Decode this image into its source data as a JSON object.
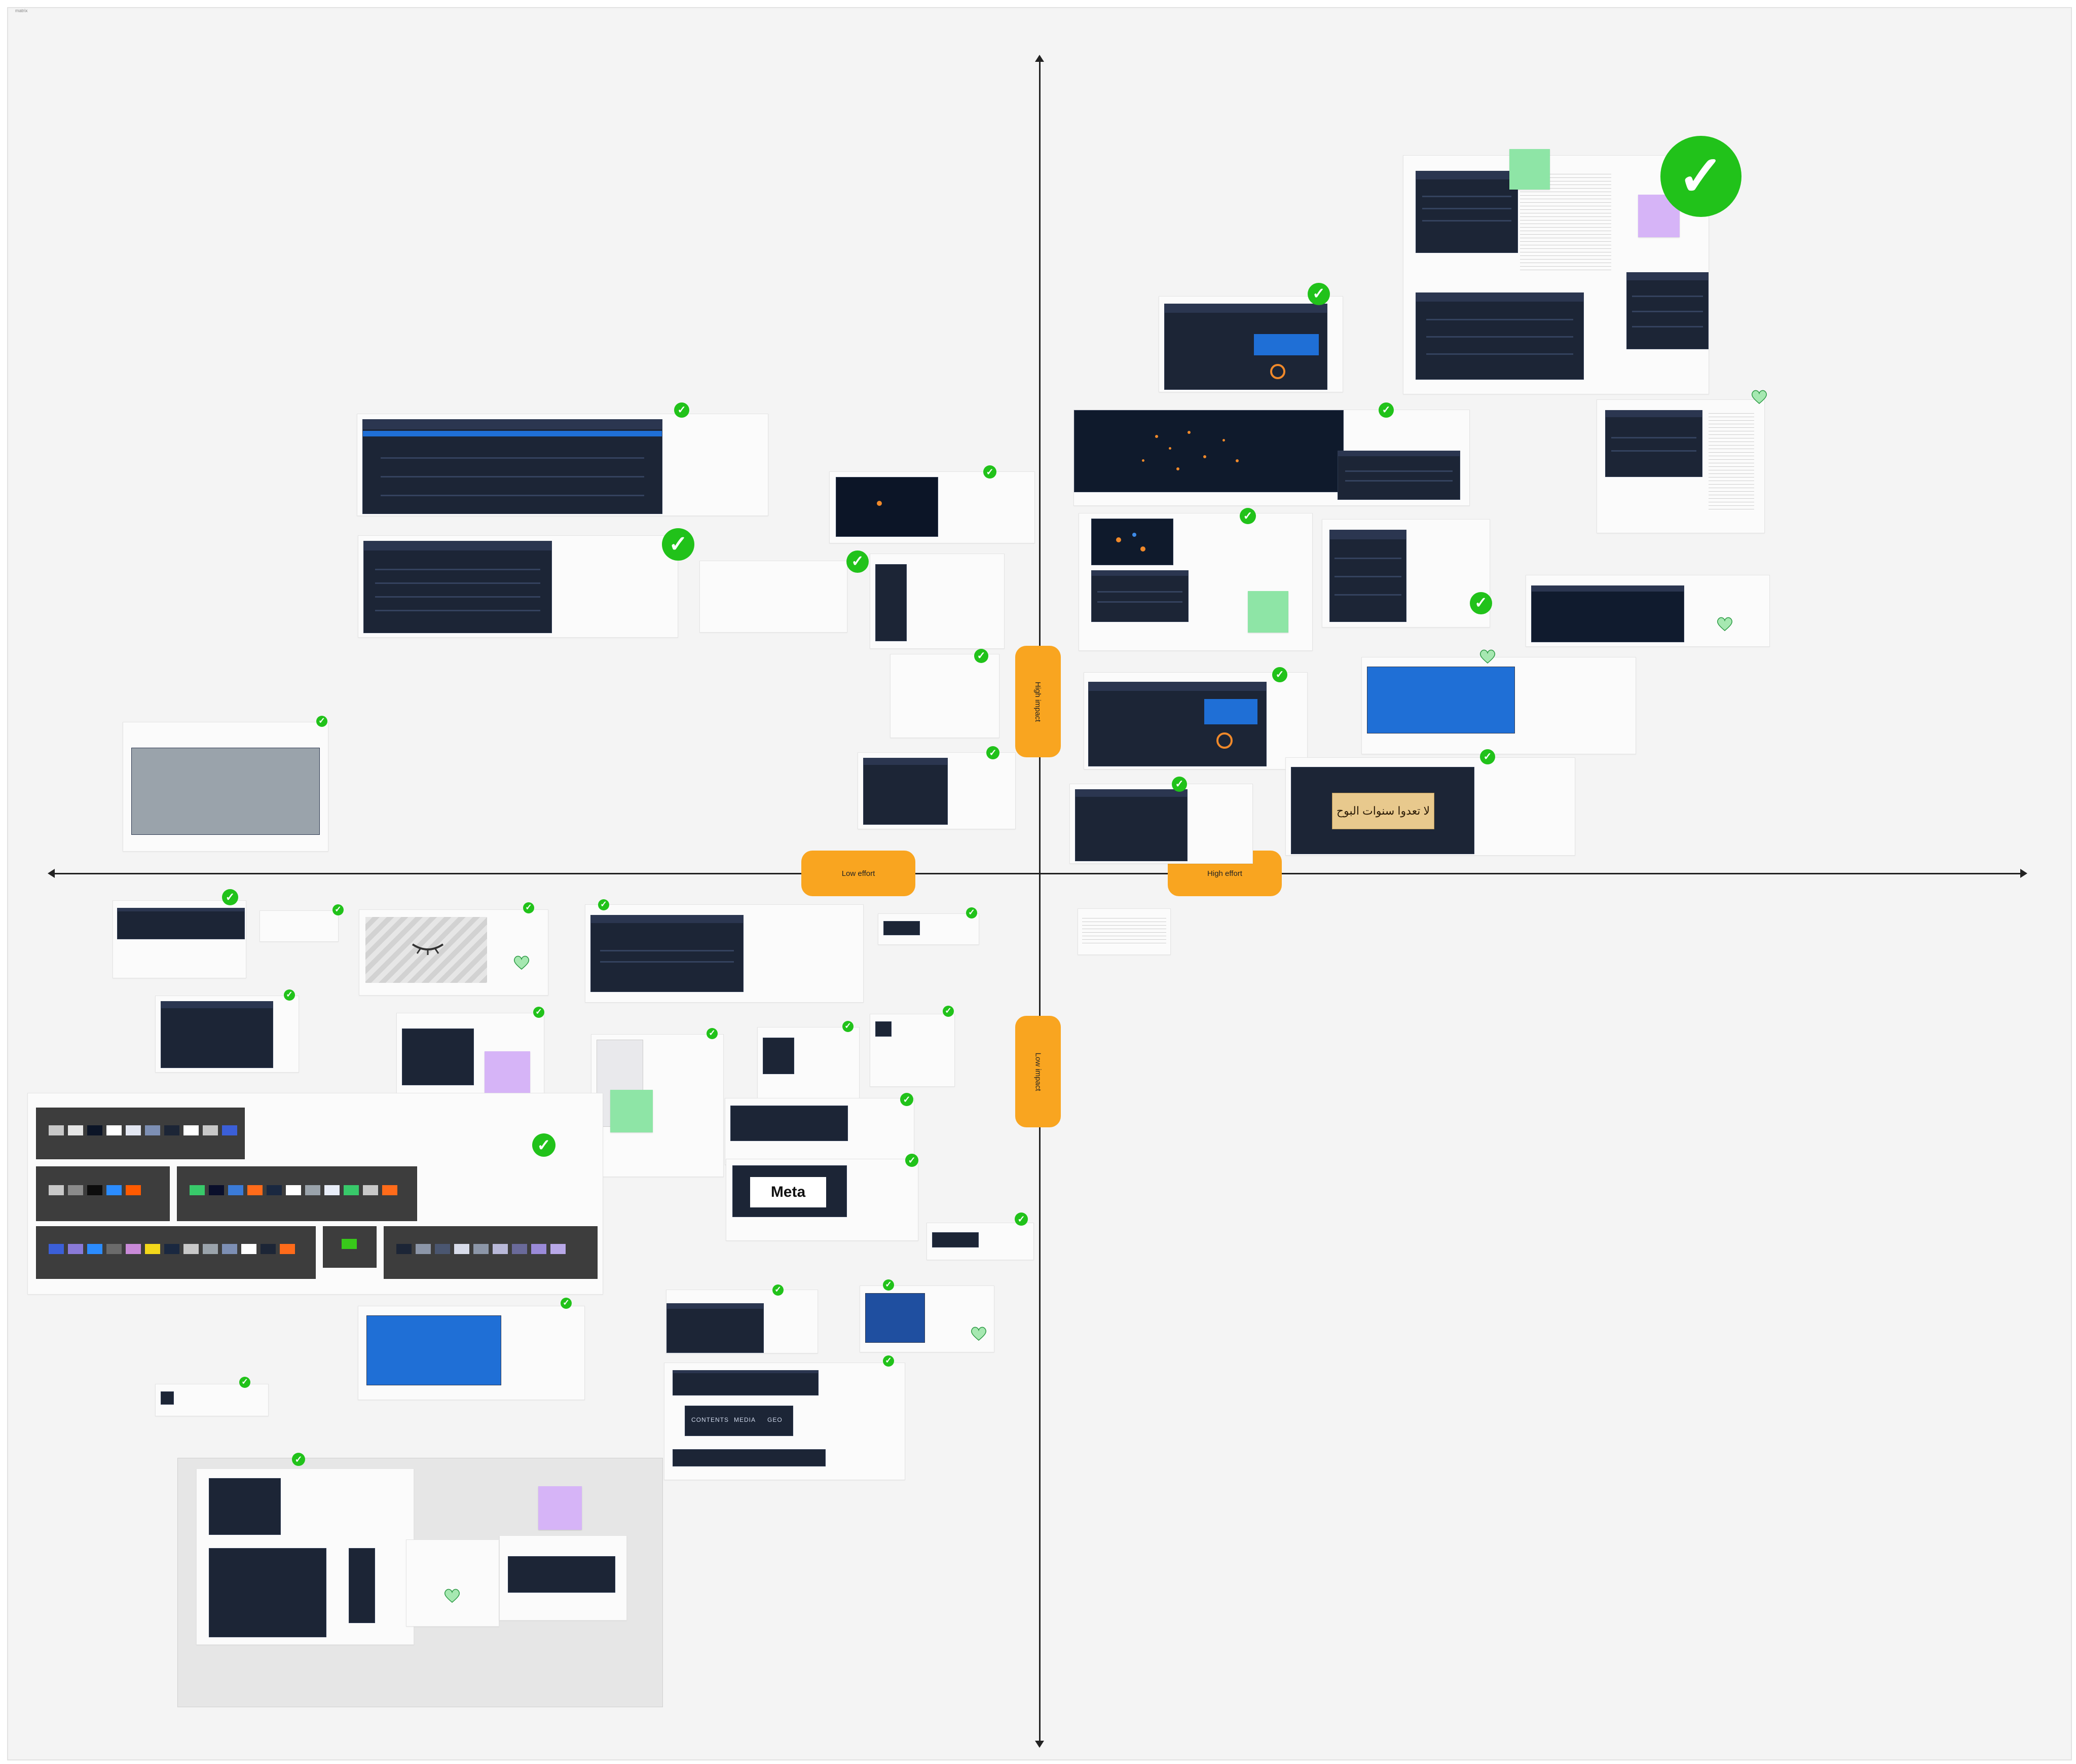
{
  "page": {
    "frame_label": "matrix"
  },
  "quadrant": {
    "labels": {
      "high_impact": "High impact",
      "low_impact": "Low impact",
      "low_effort": "Low effort",
      "high_effort": "High effort"
    },
    "colors": {
      "pill": "#f9a520",
      "axis": "#222222",
      "check": "#21c21a",
      "sticky_purple": "#d6b4f7",
      "sticky_green": "#8ee5a6"
    }
  },
  "cards": {
    "meta_logo": "Meta",
    "arabic_sign": "لا تعدوا سنوات البوح",
    "tabs": [
      "CONTENTS",
      "MEDIA",
      "GEO"
    ]
  }
}
